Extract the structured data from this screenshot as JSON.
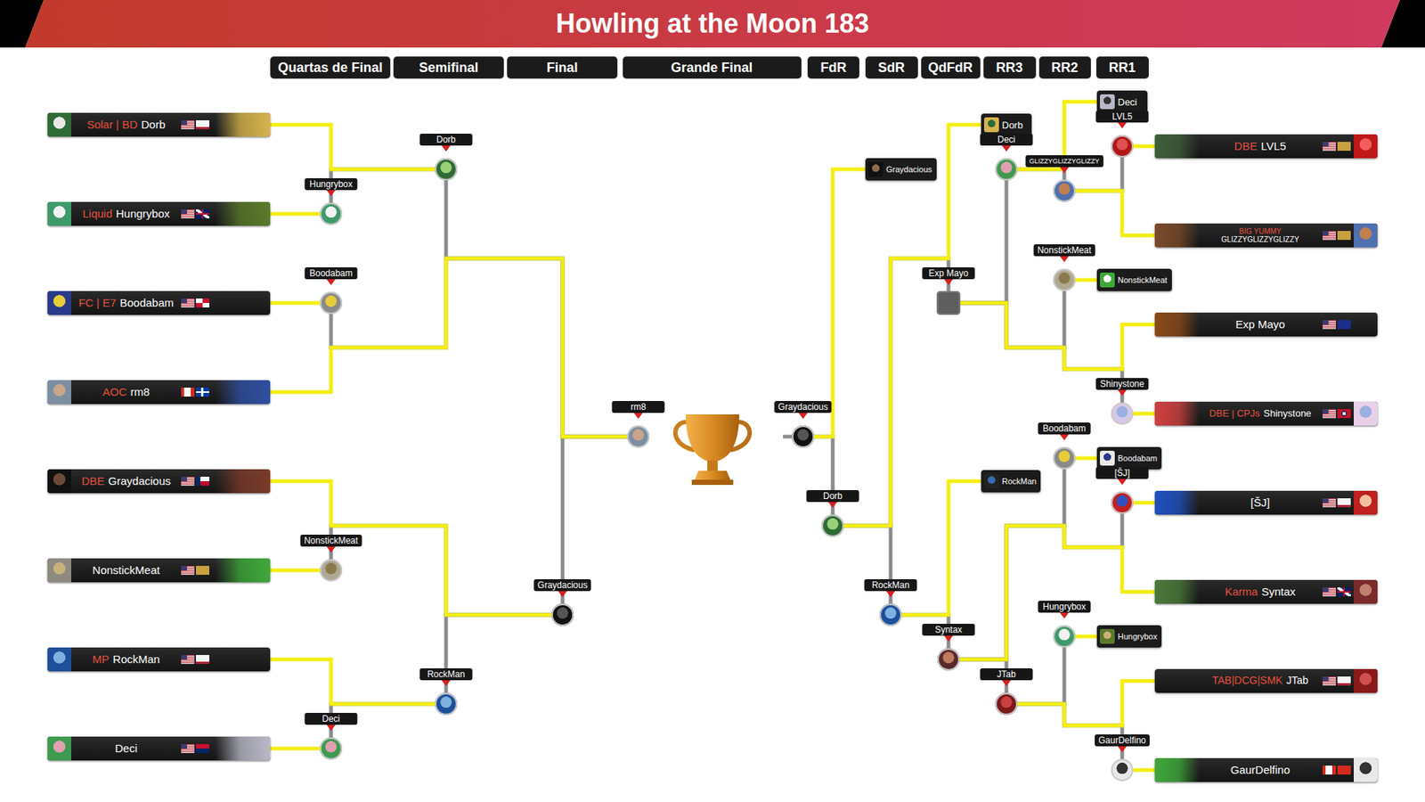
{
  "diagram": {
    "title": "Howling at the Moon 183",
    "nodes": [
      {
        "text": [
          "Quartas de Final"
        ]
      },
      {
        "text": [
          "Semifinal"
        ]
      },
      {
        "text": [
          "Final"
        ]
      },
      {
        "text": [
          "Grande Final"
        ]
      },
      {
        "text": [
          "FdR"
        ]
      },
      {
        "text": [
          "SdR"
        ]
      },
      {
        "text": [
          "QdFdR"
        ]
      },
      {
        "text": [
          "RR3"
        ]
      },
      {
        "text": [
          "RR2"
        ]
      },
      {
        "text": [
          "RR1"
        ]
      },
      {
        "text": [
          "Solar | BD",
          "Dorb"
        ]
      },
      {
        "text": [
          "Liquid",
          "Hungrybox"
        ]
      },
      {
        "text": [
          "FC | E7",
          "Boodabam"
        ]
      },
      {
        "text": [
          "AOC",
          "rm8"
        ]
      },
      {
        "text": [
          "DBE",
          "Graydacious"
        ]
      },
      {
        "text": [
          "NonstickMeat"
        ]
      },
      {
        "text": [
          "MP",
          "RockMan"
        ]
      },
      {
        "text": [
          "Deci"
        ]
      },
      {
        "text": [
          "Hungrybox"
        ]
      },
      {
        "text": [
          "Boodabam"
        ]
      },
      {
        "text": [
          "NonstickMeat"
        ]
      },
      {
        "text": [
          "Deci"
        ]
      },
      {
        "text": [
          "Dorb"
        ]
      },
      {
        "text": [
          "RockMan"
        ]
      },
      {
        "text": [
          "Graydacious"
        ]
      },
      {
        "text": [
          "rm8"
        ]
      },
      {
        "text": [
          "Graydacious"
        ]
      },
      {
        "text": [
          "Dorb"
        ]
      },
      {
        "text": [
          "Graydacious"
        ]
      },
      {
        "text": [
          "RockMan"
        ]
      },
      {
        "text": [
          "Exp Mayo"
        ]
      },
      {
        "text": [
          "Syntax"
        ]
      },
      {
        "text": [
          "Dorb"
        ]
      },
      {
        "text": [
          "Deci"
        ]
      },
      {
        "text": [
          "RockMan"
        ]
      },
      {
        "text": [
          "JTab"
        ]
      },
      {
        "text": [
          "GLIZZYGLIZZYGLIZZY"
        ]
      },
      {
        "text": [
          "NonstickMeat"
        ]
      },
      {
        "text": [
          "Boodabam"
        ]
      },
      {
        "text": [
          "Hungrybox"
        ]
      },
      {
        "text": [
          "Deci"
        ]
      },
      {
        "text": [
          "LVL5"
        ]
      },
      {
        "text": [
          "NonstickMeat"
        ]
      },
      {
        "text": [
          "Shinystone"
        ]
      },
      {
        "text": [
          "Boodabam"
        ]
      },
      {
        "text": [
          "[ŠJ]"
        ]
      },
      {
        "text": [
          "Hungrybox"
        ]
      },
      {
        "text": [
          "GaurDelfino"
        ]
      },
      {
        "text": [
          "DBE",
          "LVL5"
        ]
      },
      {
        "text": [
          "BIG YUMMY",
          "GLIZZYGLIZZYGLIZZY"
        ]
      },
      {
        "text": [
          "Exp Mayo"
        ]
      },
      {
        "text": [
          "DBE | CPJs",
          "Shinystone"
        ]
      },
      {
        "text": [
          "[ŠJ]"
        ]
      },
      {
        "text": [
          "Karma",
          "Syntax"
        ]
      },
      {
        "text": [
          "TAB|DCG|SMK",
          "JTab"
        ]
      },
      {
        "text": [
          "GaurDelfino"
        ]
      }
    ],
    "edges": [
      {
        "from": 10,
        "to": 22,
        "arrow": "none"
      },
      {
        "from": 11,
        "to": 18,
        "arrow": "none"
      },
      {
        "from": 12,
        "to": 19,
        "arrow": "none"
      },
      {
        "from": 13,
        "to": 25,
        "arrow": "none"
      },
      {
        "from": 14,
        "to": 24,
        "arrow": "none"
      },
      {
        "from": 15,
        "to": 20,
        "arrow": "none"
      },
      {
        "from": 16,
        "to": 23,
        "arrow": "none"
      },
      {
        "from": 17,
        "to": 21,
        "arrow": "none"
      },
      {
        "from": 18,
        "to": 22,
        "arrow": "none"
      },
      {
        "from": 19,
        "to": 25,
        "arrow": "none"
      },
      {
        "from": 20,
        "to": 24,
        "arrow": "none"
      },
      {
        "from": 21,
        "to": 23,
        "arrow": "none"
      },
      {
        "from": 22,
        "to": 25,
        "arrow": "none"
      },
      {
        "from": 23,
        "to": 24,
        "arrow": "none"
      },
      {
        "from": 24,
        "to": 25,
        "arrow": "none"
      },
      {
        "from": 48,
        "to": 41,
        "arrow": "none"
      },
      {
        "from": 49,
        "to": 36,
        "arrow": "none"
      },
      {
        "from": 40,
        "to": 33,
        "arrow": "none"
      },
      {
        "from": 32,
        "to": 27,
        "arrow": "none"
      },
      {
        "from": 28,
        "to": 26,
        "arrow": "none"
      },
      {
        "from": 50,
        "to": 30,
        "arrow": "none"
      },
      {
        "from": 51,
        "to": 43,
        "arrow": "none"
      },
      {
        "from": 42,
        "to": 37,
        "arrow": "none"
      },
      {
        "from": 44,
        "to": 38,
        "arrow": "none"
      },
      {
        "from": 53,
        "to": 31,
        "arrow": "none"
      },
      {
        "from": 52,
        "to": 45,
        "arrow": "none"
      },
      {
        "from": 34,
        "to": 29,
        "arrow": "none"
      },
      {
        "from": 54,
        "to": 35,
        "arrow": "none"
      },
      {
        "from": 46,
        "to": 39,
        "arrow": "none"
      },
      {
        "from": 55,
        "to": 47,
        "arrow": "none"
      },
      {
        "from": 41,
        "to": 36,
        "arrow": "none"
      },
      {
        "from": 36,
        "to": 33,
        "arrow": "none"
      },
      {
        "from": 33,
        "to": 30,
        "arrow": "none"
      },
      {
        "from": 37,
        "to": 30,
        "arrow": "none"
      },
      {
        "from": 43,
        "to": 30,
        "arrow": "none"
      },
      {
        "from": 30,
        "to": 27,
        "arrow": "none"
      },
      {
        "from": 45,
        "to": 31,
        "arrow": "none"
      },
      {
        "from": 38,
        "to": 31,
        "arrow": "none"
      },
      {
        "from": 47,
        "to": 35,
        "arrow": "none"
      },
      {
        "from": 39,
        "to": 35,
        "arrow": "none"
      },
      {
        "from": 35,
        "to": 31,
        "arrow": "none"
      },
      {
        "from": 31,
        "to": 29,
        "arrow": "none"
      },
      {
        "from": 29,
        "to": 27,
        "arrow": "none"
      },
      {
        "from": 27,
        "to": 26,
        "arrow": "none"
      }
    ]
  }
}
